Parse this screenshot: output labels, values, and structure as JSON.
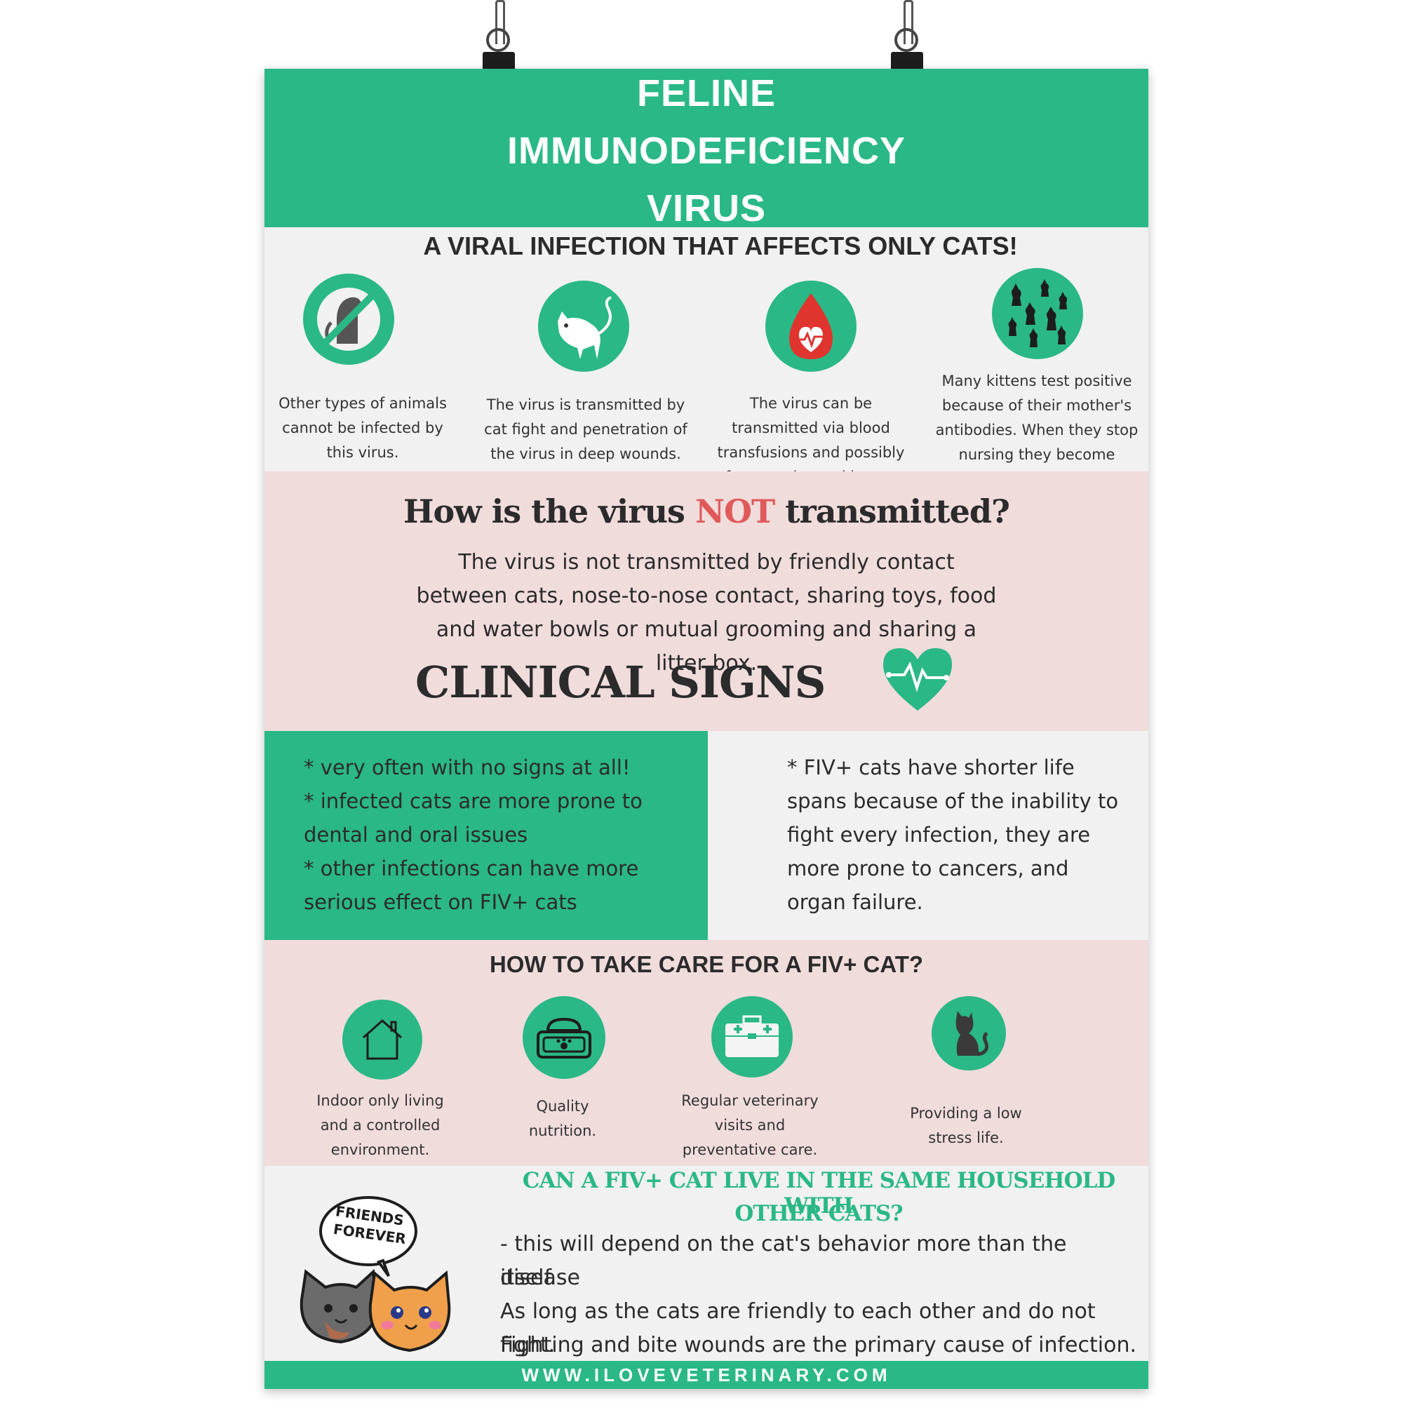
{
  "title_lines": [
    "FELINE",
    "IMMUNODEFICIENCY",
    "VIRUS"
  ],
  "subtitle": "A VIRAL INFECTION THAT AFFECTS ONLY CATS!",
  "facts": [
    {
      "icon": "no-animals-icon",
      "text": "Other types of animals cannot be infected by this virus."
    },
    {
      "icon": "cat-icon",
      "text": "The virus is transmitted by cat fight and penetration of the virus in deep wounds."
    },
    {
      "icon": "blood-drop-icon",
      "text": "The virus can be transmitted via blood transfusions and possibly from mother to kittens."
    },
    {
      "icon": "kittens-icon",
      "text": "Many kittens test positive because of their mother's antibodies. When they stop nursing they become negative."
    }
  ],
  "not_transmitted": {
    "heading_pre": "How is the virus ",
    "heading_highlight": "NOT",
    "heading_post": " transmitted?",
    "body": "The virus is not transmitted by friendly contact between cats, nose-to-nose contact, sharing toys, food and water bowls or mutual grooming and sharing a litter box."
  },
  "clinical": {
    "heading": "CLINICAL SIGNS",
    "left": [
      "* very often with no signs at all!",
      "* infected cats are more prone to dental and oral issues",
      "* other infections can have more serious effect on FIV+ cats"
    ],
    "right": "* FIV+ cats have shorter life spans because of the inability to fight every infection, they are more prone to cancers, and organ failure."
  },
  "care": {
    "heading": "HOW TO TAKE CARE FOR A FIV+ CAT?",
    "items": [
      {
        "icon": "house-icon",
        "text": "Indoor only living and a controlled environment."
      },
      {
        "icon": "food-bowl-icon",
        "text": "Quality nutrition."
      },
      {
        "icon": "vet-kit-icon",
        "text": "Regular veterinary visits and preventative care."
      },
      {
        "icon": "sitting-cat-icon",
        "text": "Providing a low stress life."
      }
    ]
  },
  "household": {
    "heading_lines": [
      "CAN A FIV+ CAT LIVE IN THE SAME HOUSEHOLD WITH",
      "OTHER CATS?"
    ],
    "lines": [
      "- this will depend on the cat's behavior more than the disease",
      "itself.",
      "As long as the cats are friendly to each other and do not fight.",
      "Fighting and bite wounds are the primary cause of infection."
    ],
    "bubble_lines": [
      "FRIENDS",
      "FOREVER"
    ]
  },
  "footer": "WWW.ILOVEVETERINARY.COM",
  "colors": {
    "green": "#2ab886",
    "pink": "#f1dcdc",
    "red": "#e05a5a",
    "text": "#2b2b2b"
  }
}
